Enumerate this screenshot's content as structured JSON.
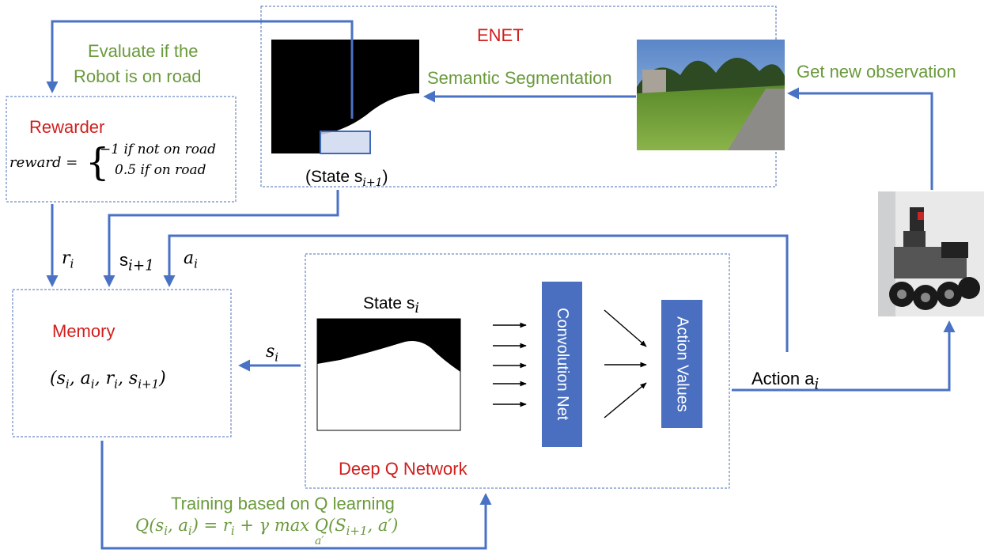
{
  "colors": {
    "arrow": "#4a72c4",
    "box_border": "#4a6fb5",
    "block_fill": "#4a6fc0",
    "label_green": "#6a9a3c",
    "label_red": "#d0201e"
  },
  "enet": {
    "title": "ENET",
    "step_label": "Semantic Segmentation",
    "state_label": "(State s",
    "state_sub": "i+1",
    "state_close": ")"
  },
  "observation": {
    "label": "Get new observation"
  },
  "evaluate": {
    "line1": "Evaluate if the",
    "line2": "Robot is on road"
  },
  "rewarder": {
    "title": "Rewarder",
    "reward_lhs": "reward =",
    "case1": "−1 if not on road",
    "case2": "0.5 if on road"
  },
  "edges": {
    "r_label": "r",
    "r_sub": "i",
    "s_next_label": "s",
    "s_next_sub": "i+1",
    "a_label": "a",
    "a_sub": "i",
    "s_label": "s",
    "s_sub": "i"
  },
  "memory": {
    "title": "Memory",
    "tuple_open": "(s",
    "t1": "i",
    "t2": ", a",
    "t3": "i",
    "t4": ", r",
    "t5": "i",
    "t6": ", s",
    "t7": "i+1",
    "t8": ")"
  },
  "dqn": {
    "title": "Deep Q Network",
    "state_label": "State s",
    "state_sub": "i",
    "conv_label": "Convolution Net",
    "action_values_label": "Action Values"
  },
  "action": {
    "label": "Action a",
    "sub": "i"
  },
  "training": {
    "label": "Training based on Q learning",
    "formula_a": "Q(s",
    "formula_b": "i",
    "formula_c": ", a",
    "formula_d": "i",
    "formula_e": ") = r",
    "formula_f": "i",
    "formula_g": " +  γ max Q(S",
    "formula_h": "i+1",
    "formula_i": ", a′)",
    "formula_under": "a′"
  }
}
